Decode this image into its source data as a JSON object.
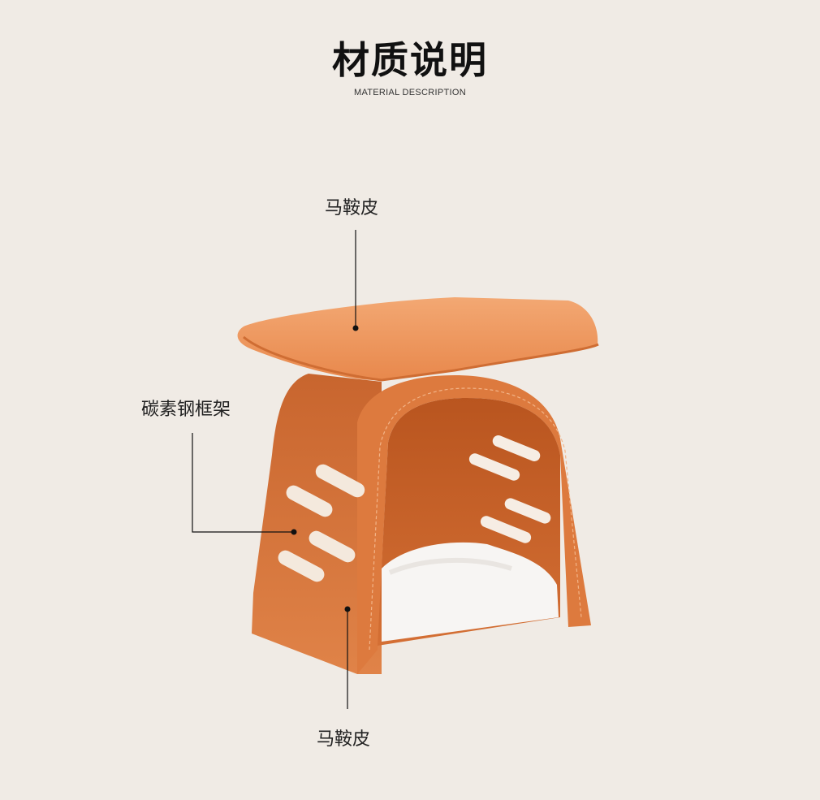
{
  "header": {
    "title": "材质说明",
    "subtitle": "MATERIAL DESCRIPTION"
  },
  "callouts": {
    "top": "马鞍皮",
    "left": "碳素钢框架",
    "bottom": "马鞍皮"
  },
  "colors": {
    "background": "#f0ebe5",
    "leather_orange": "#d9773e",
    "lid_orange": "#ef9a5f",
    "cushion_white": "#f7f5f3",
    "leader_line": "#111111"
  }
}
